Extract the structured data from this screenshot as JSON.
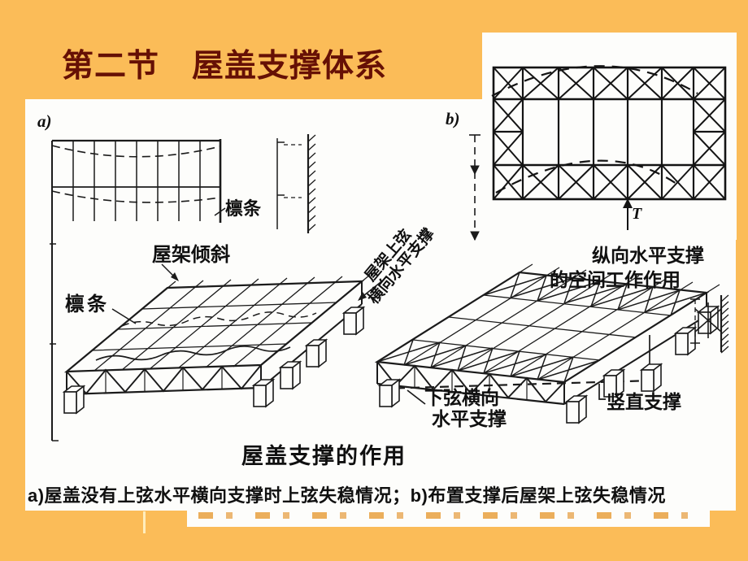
{
  "slide": {
    "title": "第二节　屋盖支撑体系",
    "background_color": "#FBBC58",
    "title_color": "#661005"
  },
  "figure": {
    "label_a": "a)",
    "label_b": "b)",
    "purlin_top": "檩条",
    "truss_tilt": "屋架倾斜",
    "purlin_left": "檩条",
    "upper_chord_brace_line1": "屋架上弦",
    "upper_chord_brace_line2": "横向水平支撑",
    "longitudinal_brace_line1": "纵向水平支撑",
    "longitudinal_brace_line2": "的空间工作作用",
    "lower_chord_brace_line1": "下弦横向",
    "lower_chord_brace_line2": "水平支撑",
    "vertical_brace": "竖直支撑",
    "caption": "屋盖支撑的作用",
    "description": "a)屋盖没有上弦水平横向支撑时上弦失稳情况；b)布置支撑后屋架上弦失稳情况"
  },
  "inset": {
    "force_label": "T"
  }
}
